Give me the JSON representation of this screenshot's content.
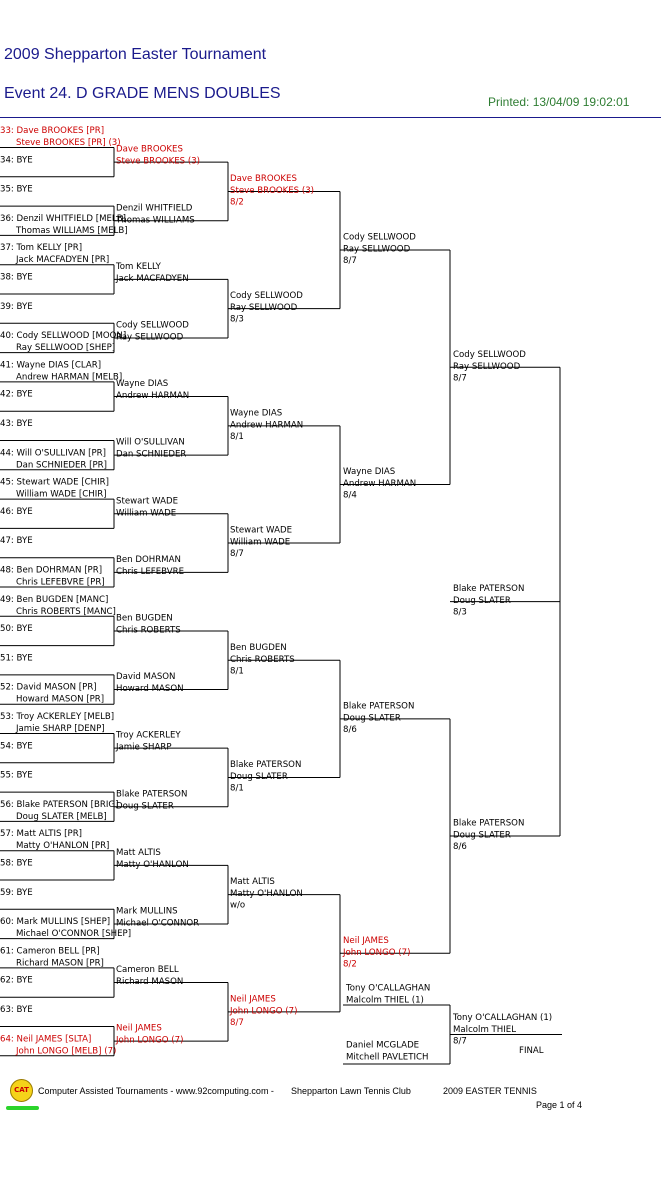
{
  "header": {
    "title": "2009 Shepparton Easter Tournament",
    "event": "Event 24. D GRADE MENS DOUBLES",
    "printed": "Printed: 13/04/09 19:02:01"
  },
  "colors": {
    "seeded": "#cc0000",
    "normal": "#000000",
    "title": "#1a1a8c",
    "printed": "#2e7d32"
  },
  "round1": [
    {
      "slot": "33:",
      "p1": "Dave BROOKES [PR]",
      "p2": "Steve BROOKES [PR] (3)",
      "red": true
    },
    {
      "slot": "34:",
      "p1": "BYE",
      "p2": ""
    },
    {
      "slot": "35:",
      "p1": "BYE",
      "p2": ""
    },
    {
      "slot": "36:",
      "p1": "Denzil WHITFIELD [MELB]",
      "p2": "Thomas WILLIAMS [MELB]"
    },
    {
      "slot": "37:",
      "p1": "Tom KELLY [PR]",
      "p2": "Jack MACFADYEN [PR]"
    },
    {
      "slot": "38:",
      "p1": "BYE",
      "p2": ""
    },
    {
      "slot": "39:",
      "p1": "BYE",
      "p2": ""
    },
    {
      "slot": "40:",
      "p1": "Cody SELLWOOD [MOON]",
      "p2": "Ray SELLWOOD [SHEP]"
    },
    {
      "slot": "41:",
      "p1": "Wayne DIAS [CLAR]",
      "p2": "Andrew HARMAN [MELB]"
    },
    {
      "slot": "42:",
      "p1": "BYE",
      "p2": ""
    },
    {
      "slot": "43:",
      "p1": "BYE",
      "p2": ""
    },
    {
      "slot": "44:",
      "p1": "Will O'SULLIVAN [PR]",
      "p2": "Dan SCHNIEDER [PR]"
    },
    {
      "slot": "45:",
      "p1": "Stewart WADE [CHIR]",
      "p2": "William WADE [CHIR]"
    },
    {
      "slot": "46:",
      "p1": "BYE",
      "p2": ""
    },
    {
      "slot": "47:",
      "p1": "BYE",
      "p2": ""
    },
    {
      "slot": "48:",
      "p1": "Ben DOHRMAN [PR]",
      "p2": "Chris LEFEBVRE [PR]"
    },
    {
      "slot": "49:",
      "p1": "Ben BUGDEN [MANC]",
      "p2": "Chris ROBERTS [MANC]"
    },
    {
      "slot": "50:",
      "p1": "BYE",
      "p2": ""
    },
    {
      "slot": "51:",
      "p1": "BYE",
      "p2": ""
    },
    {
      "slot": "52:",
      "p1": "David MASON [PR]",
      "p2": "Howard MASON [PR]"
    },
    {
      "slot": "53:",
      "p1": "Troy ACKERLEY [MELB]",
      "p2": "Jamie SHARP [DENP]"
    },
    {
      "slot": "54:",
      "p1": "BYE",
      "p2": ""
    },
    {
      "slot": "55:",
      "p1": "BYE",
      "p2": ""
    },
    {
      "slot": "56:",
      "p1": "Blake PATERSON [BRIG]",
      "p2": "Doug SLATER [MELB]"
    },
    {
      "slot": "57:",
      "p1": "Matt ALTIS [PR]",
      "p2": "Matty O'HANLON [PR]"
    },
    {
      "slot": "58:",
      "p1": "BYE",
      "p2": ""
    },
    {
      "slot": "59:",
      "p1": "BYE",
      "p2": ""
    },
    {
      "slot": "60:",
      "p1": "Mark MULLINS [SHEP]",
      "p2": "Michael O'CONNOR [SHEP]"
    },
    {
      "slot": "61:",
      "p1": "Cameron BELL [PR]",
      "p2": "Richard MASON [PR]"
    },
    {
      "slot": "62:",
      "p1": "BYE",
      "p2": ""
    },
    {
      "slot": "63:",
      "p1": "BYE",
      "p2": ""
    },
    {
      "slot": "64:",
      "p1": "Neil JAMES [SLTA]",
      "p2": "John LONGO [MELB] (7)",
      "red": true
    }
  ],
  "round2": [
    {
      "p1": "Dave BROOKES",
      "p2": "Steve BROOKES (3)",
      "red": true
    },
    {
      "p1": "Denzil WHITFIELD",
      "p2": "Thomas WILLIAMS"
    },
    {
      "p1": "Tom KELLY",
      "p2": "Jack MACFADYEN"
    },
    {
      "p1": "Cody SELLWOOD",
      "p2": "Ray SELLWOOD"
    },
    {
      "p1": "Wayne DIAS",
      "p2": "Andrew HARMAN"
    },
    {
      "p1": "Will O'SULLIVAN",
      "p2": "Dan SCHNIEDER"
    },
    {
      "p1": "Stewart WADE",
      "p2": "William WADE"
    },
    {
      "p1": "Ben DOHRMAN",
      "p2": "Chris LEFEBVRE"
    },
    {
      "p1": "Ben BUGDEN",
      "p2": "Chris ROBERTS"
    },
    {
      "p1": "David MASON",
      "p2": "Howard MASON"
    },
    {
      "p1": "Troy ACKERLEY",
      "p2": "Jamie SHARP"
    },
    {
      "p1": "Blake PATERSON",
      "p2": "Doug SLATER"
    },
    {
      "p1": "Matt ALTIS",
      "p2": "Matty O'HANLON"
    },
    {
      "p1": "Mark MULLINS",
      "p2": "Michael O'CONNOR"
    },
    {
      "p1": "Cameron BELL",
      "p2": "Richard MASON"
    },
    {
      "p1": "Neil JAMES",
      "p2": "John LONGO (7)",
      "red": true
    }
  ],
  "round3": [
    {
      "p1": "Dave BROOKES",
      "p2": "Steve BROOKES (3)",
      "score": "8/2",
      "red": true
    },
    {
      "p1": "Cody SELLWOOD",
      "p2": "Ray SELLWOOD",
      "score": "8/3"
    },
    {
      "p1": "Wayne DIAS",
      "p2": "Andrew HARMAN",
      "score": "8/1"
    },
    {
      "p1": "Stewart WADE",
      "p2": "William WADE",
      "score": "8/7"
    },
    {
      "p1": "Ben BUGDEN",
      "p2": "Chris ROBERTS",
      "score": "8/1"
    },
    {
      "p1": "Blake PATERSON",
      "p2": "Doug SLATER",
      "score": "8/1"
    },
    {
      "p1": "Matt ALTIS",
      "p2": "Matty O'HANLON",
      "score": "w/o"
    },
    {
      "p1": "Neil JAMES",
      "p2": "John LONGO (7)",
      "score": "8/7",
      "red": true
    }
  ],
  "round4": [
    {
      "p1": "Cody SELLWOOD",
      "p2": "Ray SELLWOOD",
      "score": "8/7"
    },
    {
      "p1": "Wayne DIAS",
      "p2": "Andrew HARMAN",
      "score": "8/4"
    },
    {
      "p1": "Blake PATERSON",
      "p2": "Doug SLATER",
      "score": "8/6"
    },
    {
      "p1": "Neil JAMES",
      "p2": "John LONGO (7)",
      "score": "8/2",
      "red": true
    }
  ],
  "round5": [
    {
      "p1": "Cody SELLWOOD",
      "p2": "Ray SELLWOOD",
      "score": "8/7"
    },
    {
      "p1": "Blake PATERSON",
      "p2": "Doug SLATER",
      "score": "8/3"
    },
    {
      "p1": "Blake PATERSON",
      "p2": "Doug SLATER",
      "score": "8/6"
    }
  ],
  "playoff": {
    "top": {
      "p1": "Tony O'CALLAGHAN",
      "p2": "Malcolm THIEL (1)"
    },
    "bottom": {
      "p1": "Daniel MCGLADE",
      "p2": "Mitchell PAVLETICH"
    },
    "winner": {
      "p1": "Tony O'CALLAGHAN (1)",
      "p2": "Malcolm THIEL",
      "score": "8/7"
    },
    "label": "FINAL"
  },
  "footer": {
    "logo_text": "CAT",
    "left": "Computer Assisted Tournaments - www.92computing.com -",
    "club": "Shepparton Lawn Tennis Club",
    "event": "2009 EASTER TENNIS",
    "page": "Page 1 of 4"
  }
}
